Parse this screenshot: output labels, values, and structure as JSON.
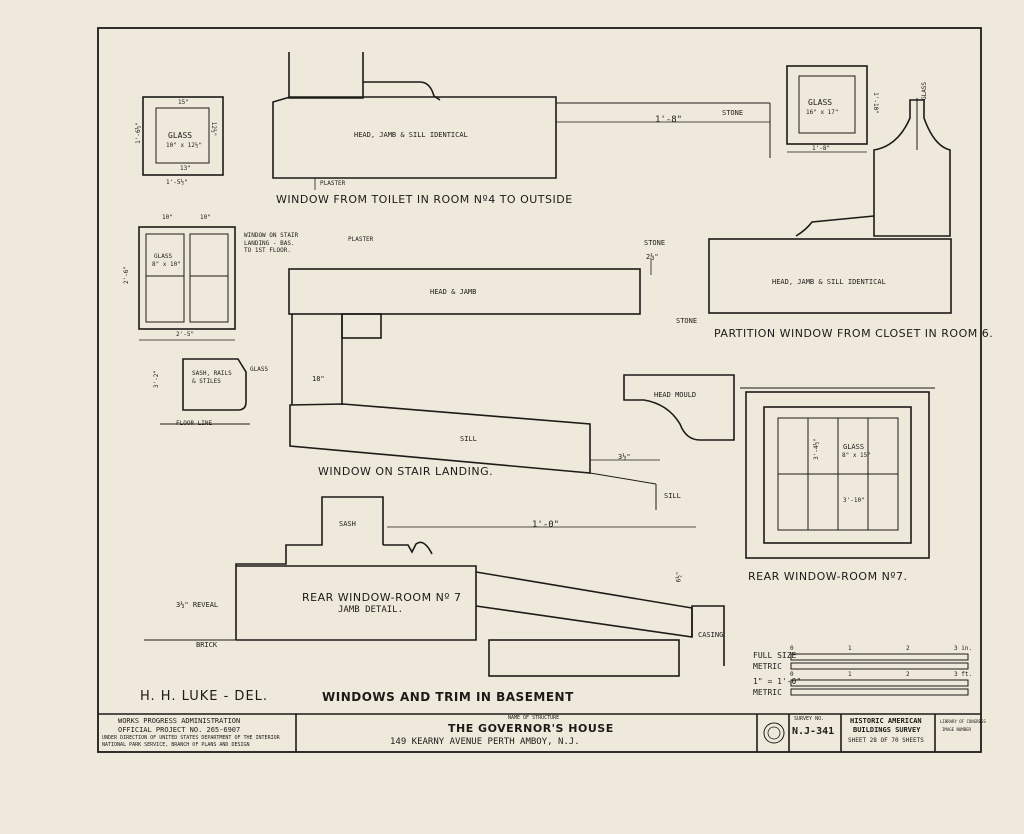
{
  "drawing": {
    "detail_toilet": {
      "title": "WINDOW FROM TOILET IN ROOM Nº4 TO OUTSIDE",
      "section_label": "HEAD, JAMB & SILL IDENTICAL",
      "plaster": "PLASTER",
      "stone": "STONE",
      "dim": "1'-8\""
    },
    "glass_small": {
      "label": "GLASS",
      "size": "10\" x 12½\"",
      "top_dim": "15\"",
      "bottom_dim": "1'-5½\"",
      "left_dim": "1'-6½\"",
      "inner_dim": "12½\"",
      "inner_bottom": "13\""
    },
    "glass_partition": {
      "label": "GLASS",
      "size": "16\" x 17\"",
      "bottom_dim": "1'-8\"",
      "right_dim": "1'-10\"",
      "vertical_label": "GLASS"
    },
    "detail_partition": {
      "title": "PARTITION WINDOW FROM CLOSET IN ROOM 6.",
      "section_label": "HEAD, JAMB & SILL IDENTICAL",
      "stone_top": "STONE",
      "stone_bottom": "STONE",
      "dim": "2½\""
    },
    "stair_window_elev": {
      "glass_label": "GLASS",
      "glass_size": "8\" x 10\"",
      "dim_a": "10\"",
      "dim_b": "10\"",
      "width": "2'-5\"",
      "height": "2'-6\"",
      "note": "WINDOW ON STAIR LANDING - BAS. TO 1ST FLOOR."
    },
    "detail_stair": {
      "title": "WINDOW ON STAIR LANDING.",
      "head": "HEAD & JAMB",
      "sill": "SILL",
      "sill_tag": "SILL",
      "plaster": "PLASTER",
      "dim": "18\"",
      "dim_right": "3½\""
    },
    "sash_detail": {
      "label": "SASH, RAILS & STILES",
      "glass": "GLASS",
      "floor": "FLOOR LINE",
      "dim": "3'-2\""
    },
    "head_mould": "HEAD MOULD",
    "rear_window_elev": {
      "title": "REAR WINDOW-ROOM Nº7.",
      "glass": "GLASS",
      "glass_size": "8\" x 15\"",
      "width": "3'-10\"",
      "height": "3'-4½\""
    },
    "detail_rear": {
      "title": "REAR WINDOW-ROOM Nº 7",
      "subtitle": "JAMB DETAIL.",
      "sash": "SASH",
      "reveal": "3½\" REVEAL",
      "brick": "BRICK",
      "casing": "CASING",
      "dim": "1'-0\"",
      "dim_right": "6½\""
    },
    "scale": {
      "full": "FULL SIZE",
      "metric1": "METRIC",
      "foot": "1\" = 1'-0\"",
      "metric2": "METRIC",
      "nums": [
        "0",
        "1",
        "2",
        "3 in."
      ],
      "nums2": [
        "0",
        "1",
        "2",
        "3 ft."
      ]
    },
    "delineator": "H. H. LUKE - DEL.",
    "sheet_title": "WINDOWS AND TRIM IN BASEMENT"
  },
  "title_block": {
    "agency1": "WORKS PROGRESS ADMINISTRATION",
    "agency2": "OFFICIAL PROJECT NO. 265-6907",
    "agency3": "UNDER DIRECTION OF UNITED STATES DEPARTMENT OF THE INTERIOR",
    "agency4": "NATIONAL PARK SERVICE, BRANCH OF PLANS AND DESIGN",
    "name_label": "NAME OF STRUCTURE",
    "name": "THE GOVERNOR'S HOUSE",
    "address": "149 KEARNY AVENUE PERTH AMBOY, N.J.",
    "survey_label": "SURVEY NO.",
    "survey": "N.J-341",
    "habs1": "HISTORIC AMERICAN",
    "habs2": "BUILDINGS SURVEY",
    "sheet": "SHEET 28 OF 70 SHEETS",
    "loc1": "LIBRARY OF CONGRESS",
    "loc2": "IMAGE NUMBER"
  }
}
